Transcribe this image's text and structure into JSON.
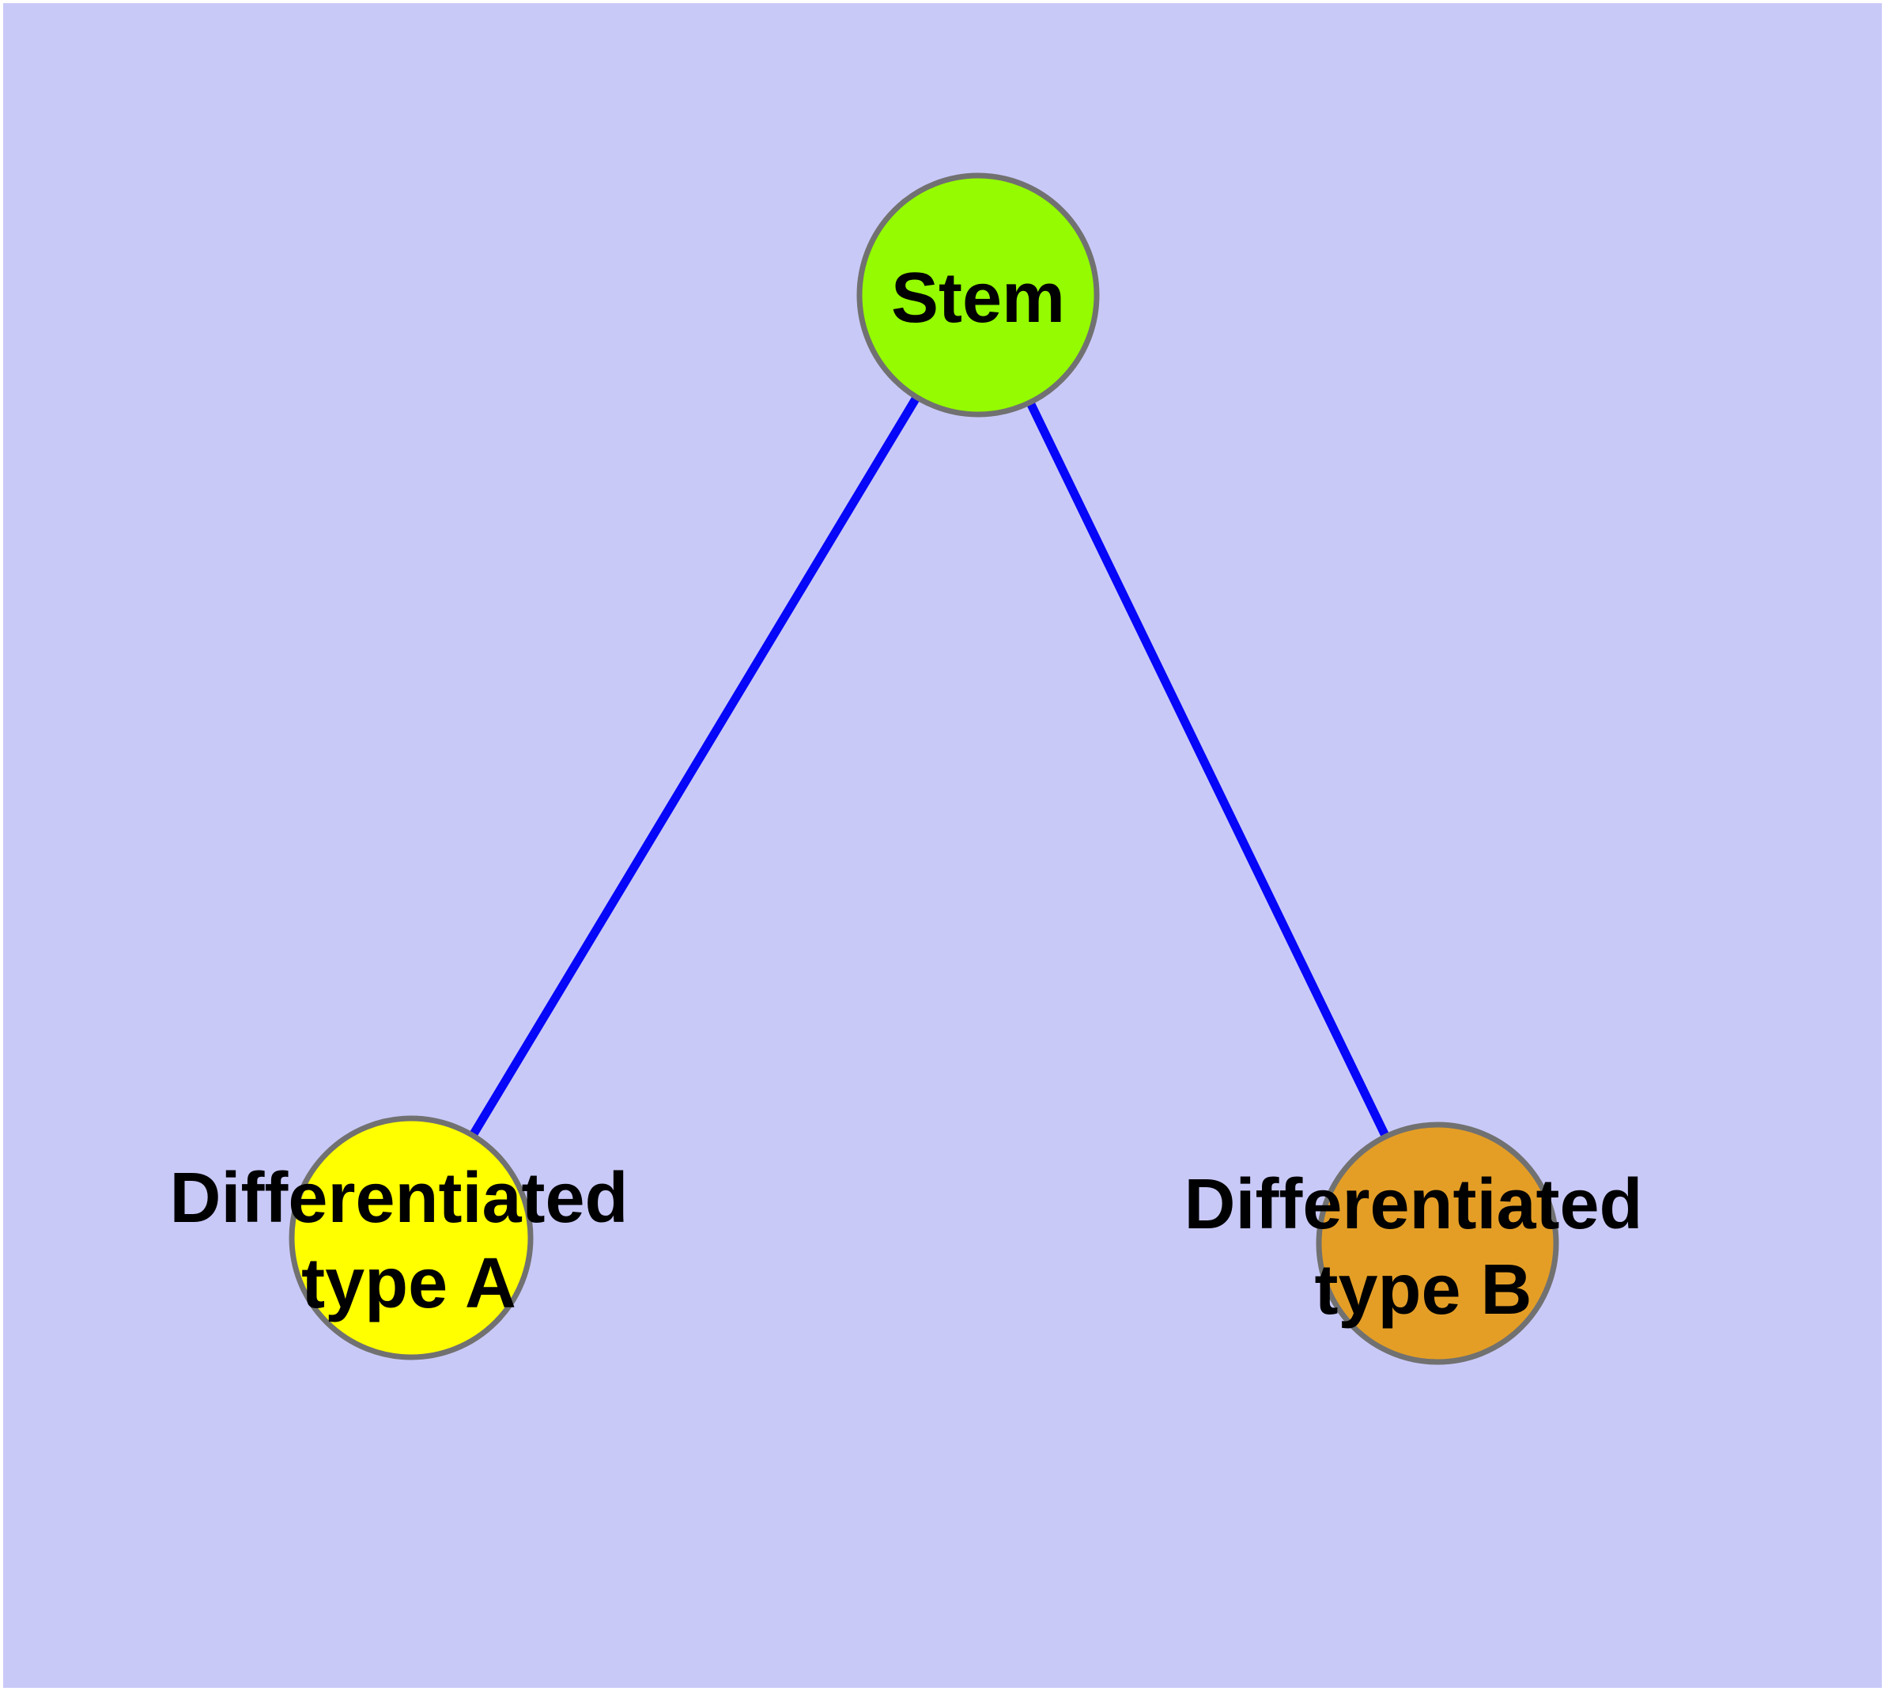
{
  "diagram": {
    "background_color": "#C9C9F8",
    "node_border_color": "#717171",
    "edge_color": "#0606F8",
    "nodes": {
      "stem": {
        "label": "Stem",
        "fill": "#94FB00"
      },
      "type_a": {
        "label_line1": "Differentiated",
        "label_line2": "type A",
        "fill": "#FFFF00"
      },
      "type_b": {
        "label_line1": "Differentiated",
        "label_line2": "type B",
        "fill": "#E49E26"
      }
    },
    "edges": [
      {
        "from": "Stem",
        "to": "Differentiated type A"
      },
      {
        "from": "Stem",
        "to": "Differentiated type B"
      }
    ]
  }
}
